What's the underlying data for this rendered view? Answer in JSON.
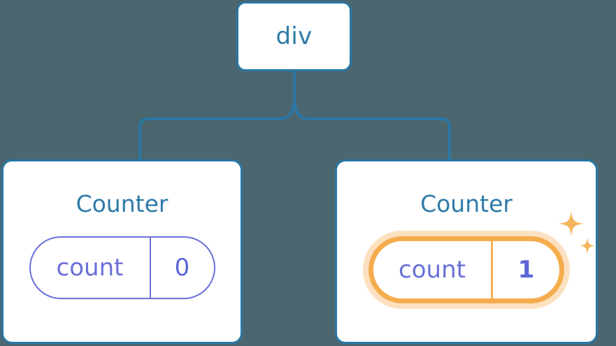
{
  "diagram": {
    "type": "component-tree",
    "background_color": "#4c6670",
    "edge_color": "#2a77a6",
    "nodes": [
      {
        "id": "div",
        "label": "div",
        "label_color": "#2e7aa8",
        "border_color": "#2a77a6"
      },
      {
        "id": "counter-left",
        "label": "Counter",
        "label_color": "#2e7aa8",
        "border_color": "#2a77a6",
        "state": {
          "key": "count",
          "value": "0",
          "highlighted": false,
          "pill_border_color": "#6a70d8",
          "key_color": "#6a70d8",
          "value_color": "#5b65d8"
        }
      },
      {
        "id": "counter-right",
        "label": "Counter",
        "label_color": "#2e7aa8",
        "border_color": "#2a77a6",
        "state": {
          "key": "count",
          "value": "1",
          "highlighted": true,
          "pill_border_color": "#f5ac4c",
          "glow_color": "#f6b76a",
          "key_color": "#6a70d8",
          "value_color": "#5b65d8",
          "sparkle_color": "#f7b55e"
        }
      }
    ]
  }
}
